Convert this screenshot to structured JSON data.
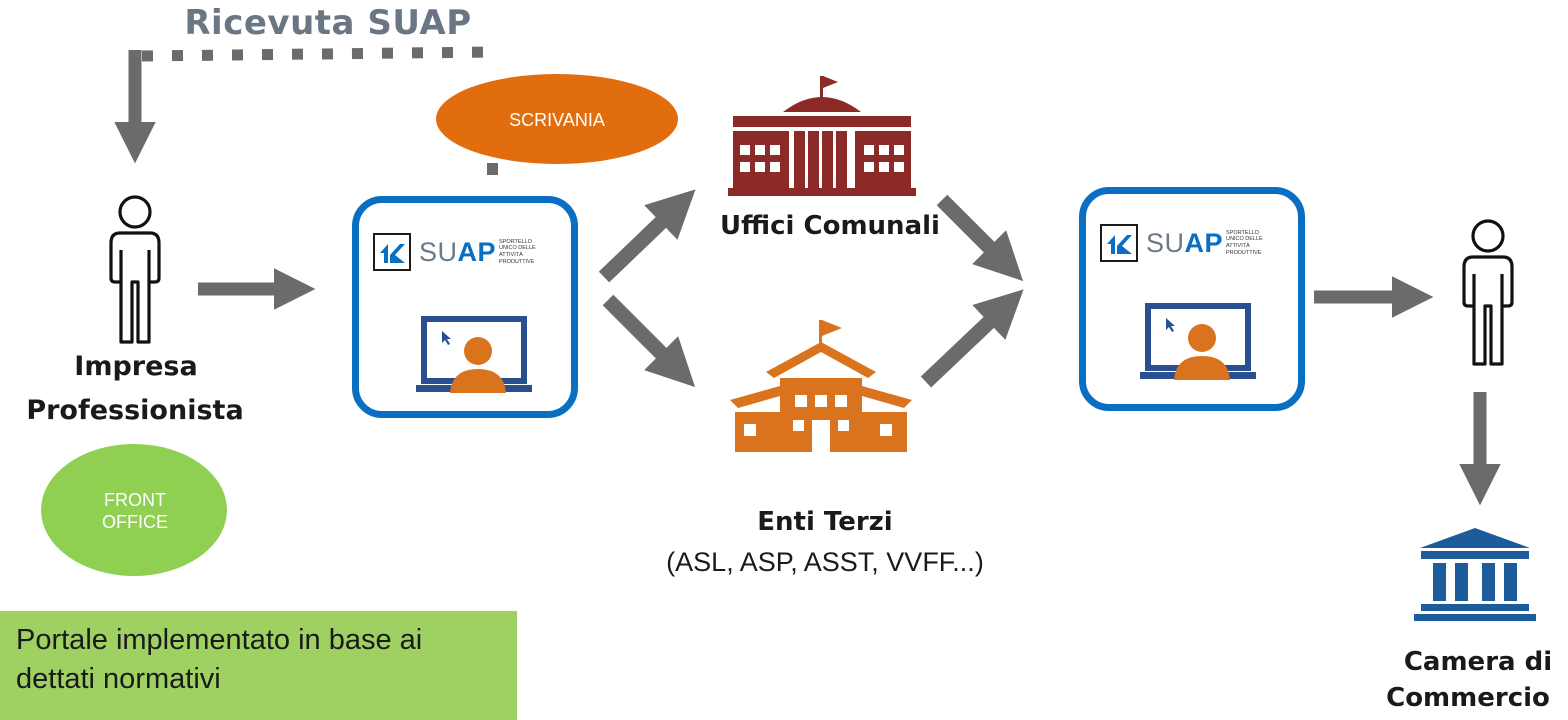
{
  "receipt_label": "Ricevuta SUAP",
  "scrivania_label": "SCRIVANIA",
  "front_office_label": "FRONT OFFICE",
  "impresa_label": "Impresa",
  "professionista_label": "Professionista",
  "suap": {
    "word_su": "SU",
    "word_ap": "AP",
    "subtitle": "SPORTELLO UNICO DELLE ATTIVITÀ PRODUTTIVE"
  },
  "uffici_label": "Uffici Comunali",
  "enti_label": "Enti Terzi",
  "enti_sub": "(ASL, ASP, ASST, VVFF...)",
  "camera_line1": "Camera di",
  "camera_line2": "Commercio",
  "portal_note": "Portale implementato in base ai dettati normativi",
  "colors": {
    "arrow": "#6b6b6b",
    "suap_blue": "#0a6fc2",
    "orange": "#e26d0e",
    "municipal_red": "#8c2a27",
    "entities_orange": "#d9731e",
    "bank_blue": "#1d5b9a",
    "green_bubble": "#8fd052",
    "note_green": "#9ed162",
    "monitor_blue": "#2a4f8f",
    "person_orange": "#d9731e"
  },
  "icons": [
    "person-icon",
    "suap-logo-icon",
    "computer-user-icon",
    "town-hall-icon",
    "school-building-icon",
    "bank-icon"
  ]
}
